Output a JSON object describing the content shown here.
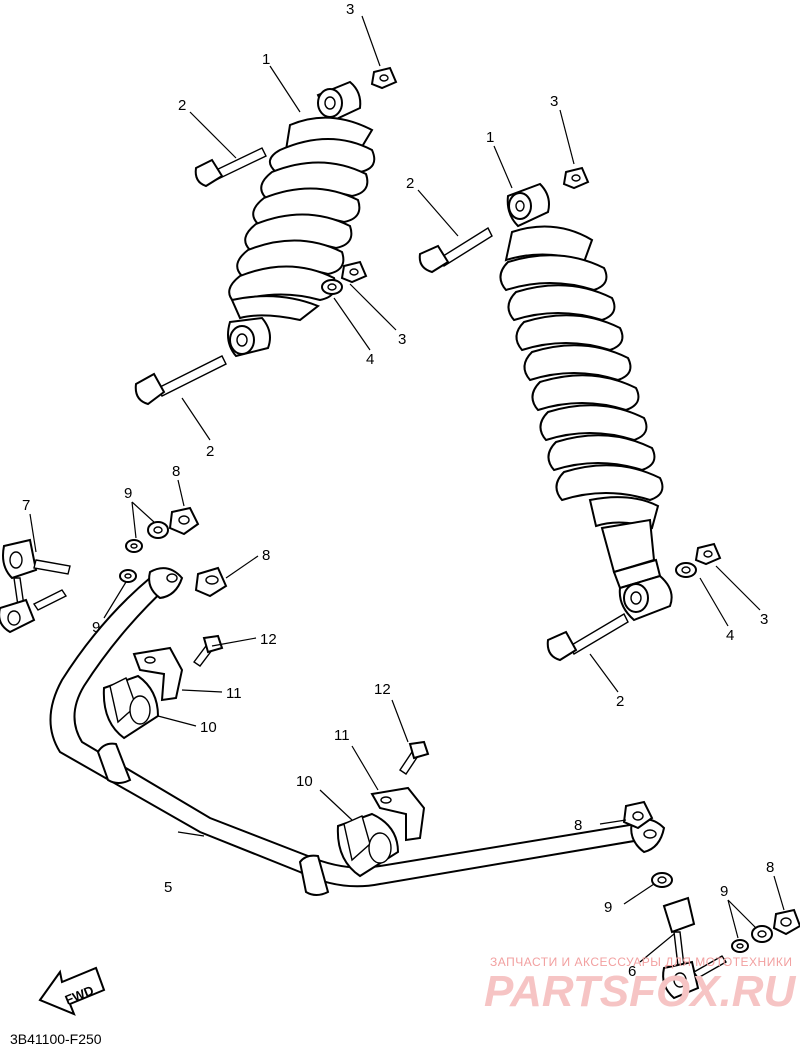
{
  "diagram_code": "3B41100-F250",
  "fwd_label": "FWD",
  "watermark": {
    "tagline": "ЗАПЧАСТИ И АКСЕССУАРЫ ДЛЯ МОТОТЕХНИКИ",
    "brand": "PARTSFOX.RU"
  },
  "callouts": {
    "c1a": "1",
    "c1b": "1",
    "c2a": "2",
    "c2b": "2",
    "c2c": "2",
    "c2d": "2",
    "c3a": "3",
    "c3b": "3",
    "c3c": "3",
    "c3d": "3",
    "c4a": "4",
    "c4b": "4",
    "c5": "5",
    "c6": "6",
    "c7": "7",
    "c8a": "8",
    "c8b": "8",
    "c8c": "8",
    "c8d": "8",
    "c9a": "9",
    "c9b": "9",
    "c9c": "9",
    "c9d": "9",
    "c10a": "10",
    "c10b": "10",
    "c11a": "11",
    "c11b": "11",
    "c12a": "12",
    "c12b": "12"
  }
}
